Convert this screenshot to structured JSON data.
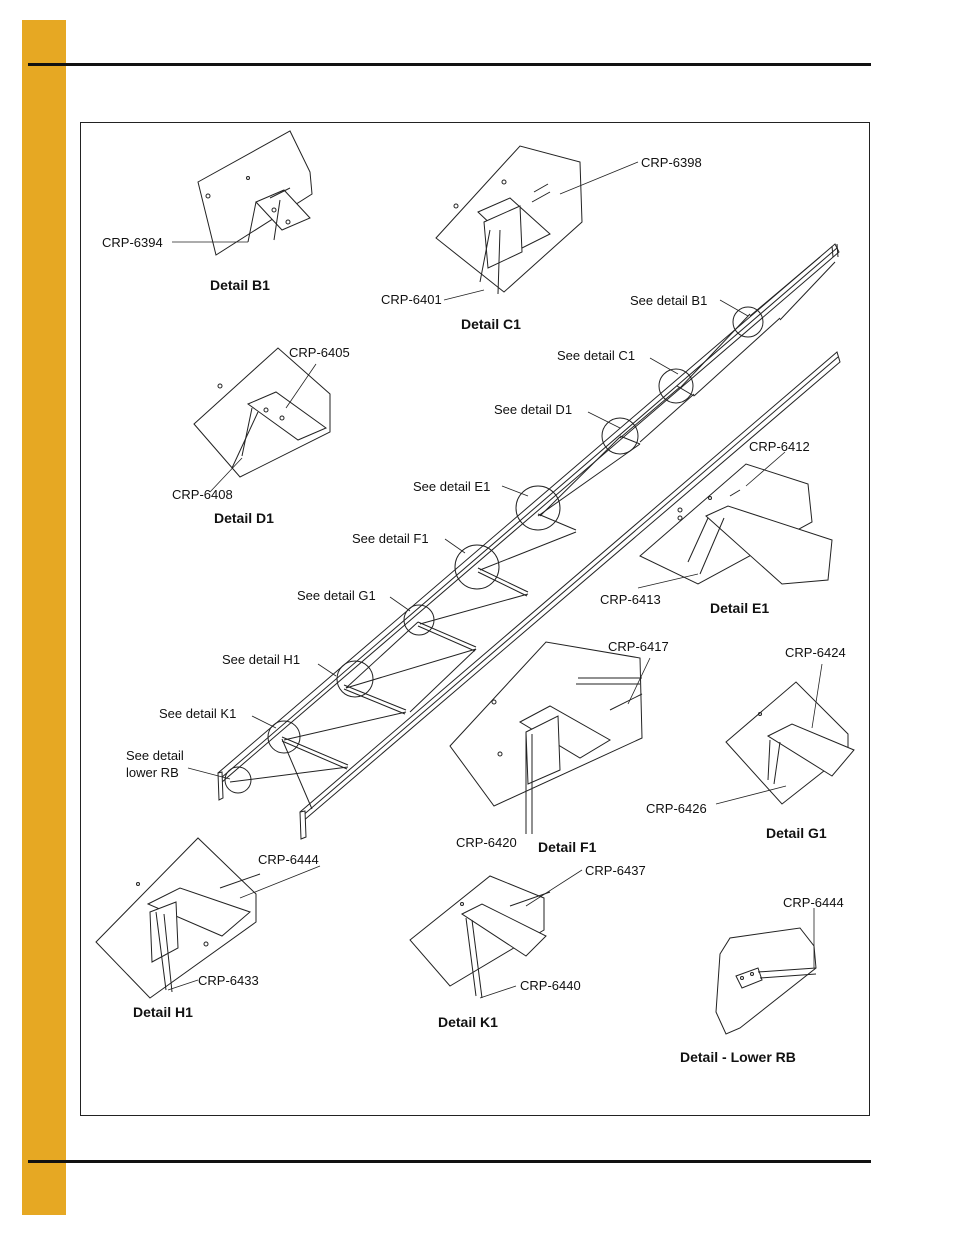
{
  "details": {
    "b1": {
      "title": "Detail B1",
      "parts": [
        "CRP-6394"
      ]
    },
    "c1": {
      "title": "Detail C1",
      "parts": [
        "CRP-6398",
        "CRP-6401"
      ]
    },
    "d1": {
      "title": "Detail D1",
      "parts": [
        "CRP-6405",
        "CRP-6408"
      ]
    },
    "e1": {
      "title": "Detail E1",
      "parts": [
        "CRP-6412",
        "CRP-6413"
      ]
    },
    "f1": {
      "title": "Detail F1",
      "parts": [
        "CRP-6417",
        "CRP-6420"
      ]
    },
    "g1": {
      "title": "Detail G1",
      "parts": [
        "CRP-6424",
        "CRP-6426"
      ]
    },
    "h1": {
      "title": "Detail H1",
      "parts": [
        "CRP-6444",
        "CRP-6433"
      ]
    },
    "k1": {
      "title": "Detail K1",
      "parts": [
        "CRP-6437",
        "CRP-6440"
      ]
    },
    "lower_rb": {
      "title": "Detail - Lower RB",
      "parts": [
        "CRP-6444"
      ]
    }
  },
  "callouts": [
    "See detail B1",
    "See detail C1",
    "See detail D1",
    "See detail E1",
    "See detail F1",
    "See detail G1",
    "See detail H1",
    "See detail K1",
    "See detail",
    "lower RB"
  ]
}
